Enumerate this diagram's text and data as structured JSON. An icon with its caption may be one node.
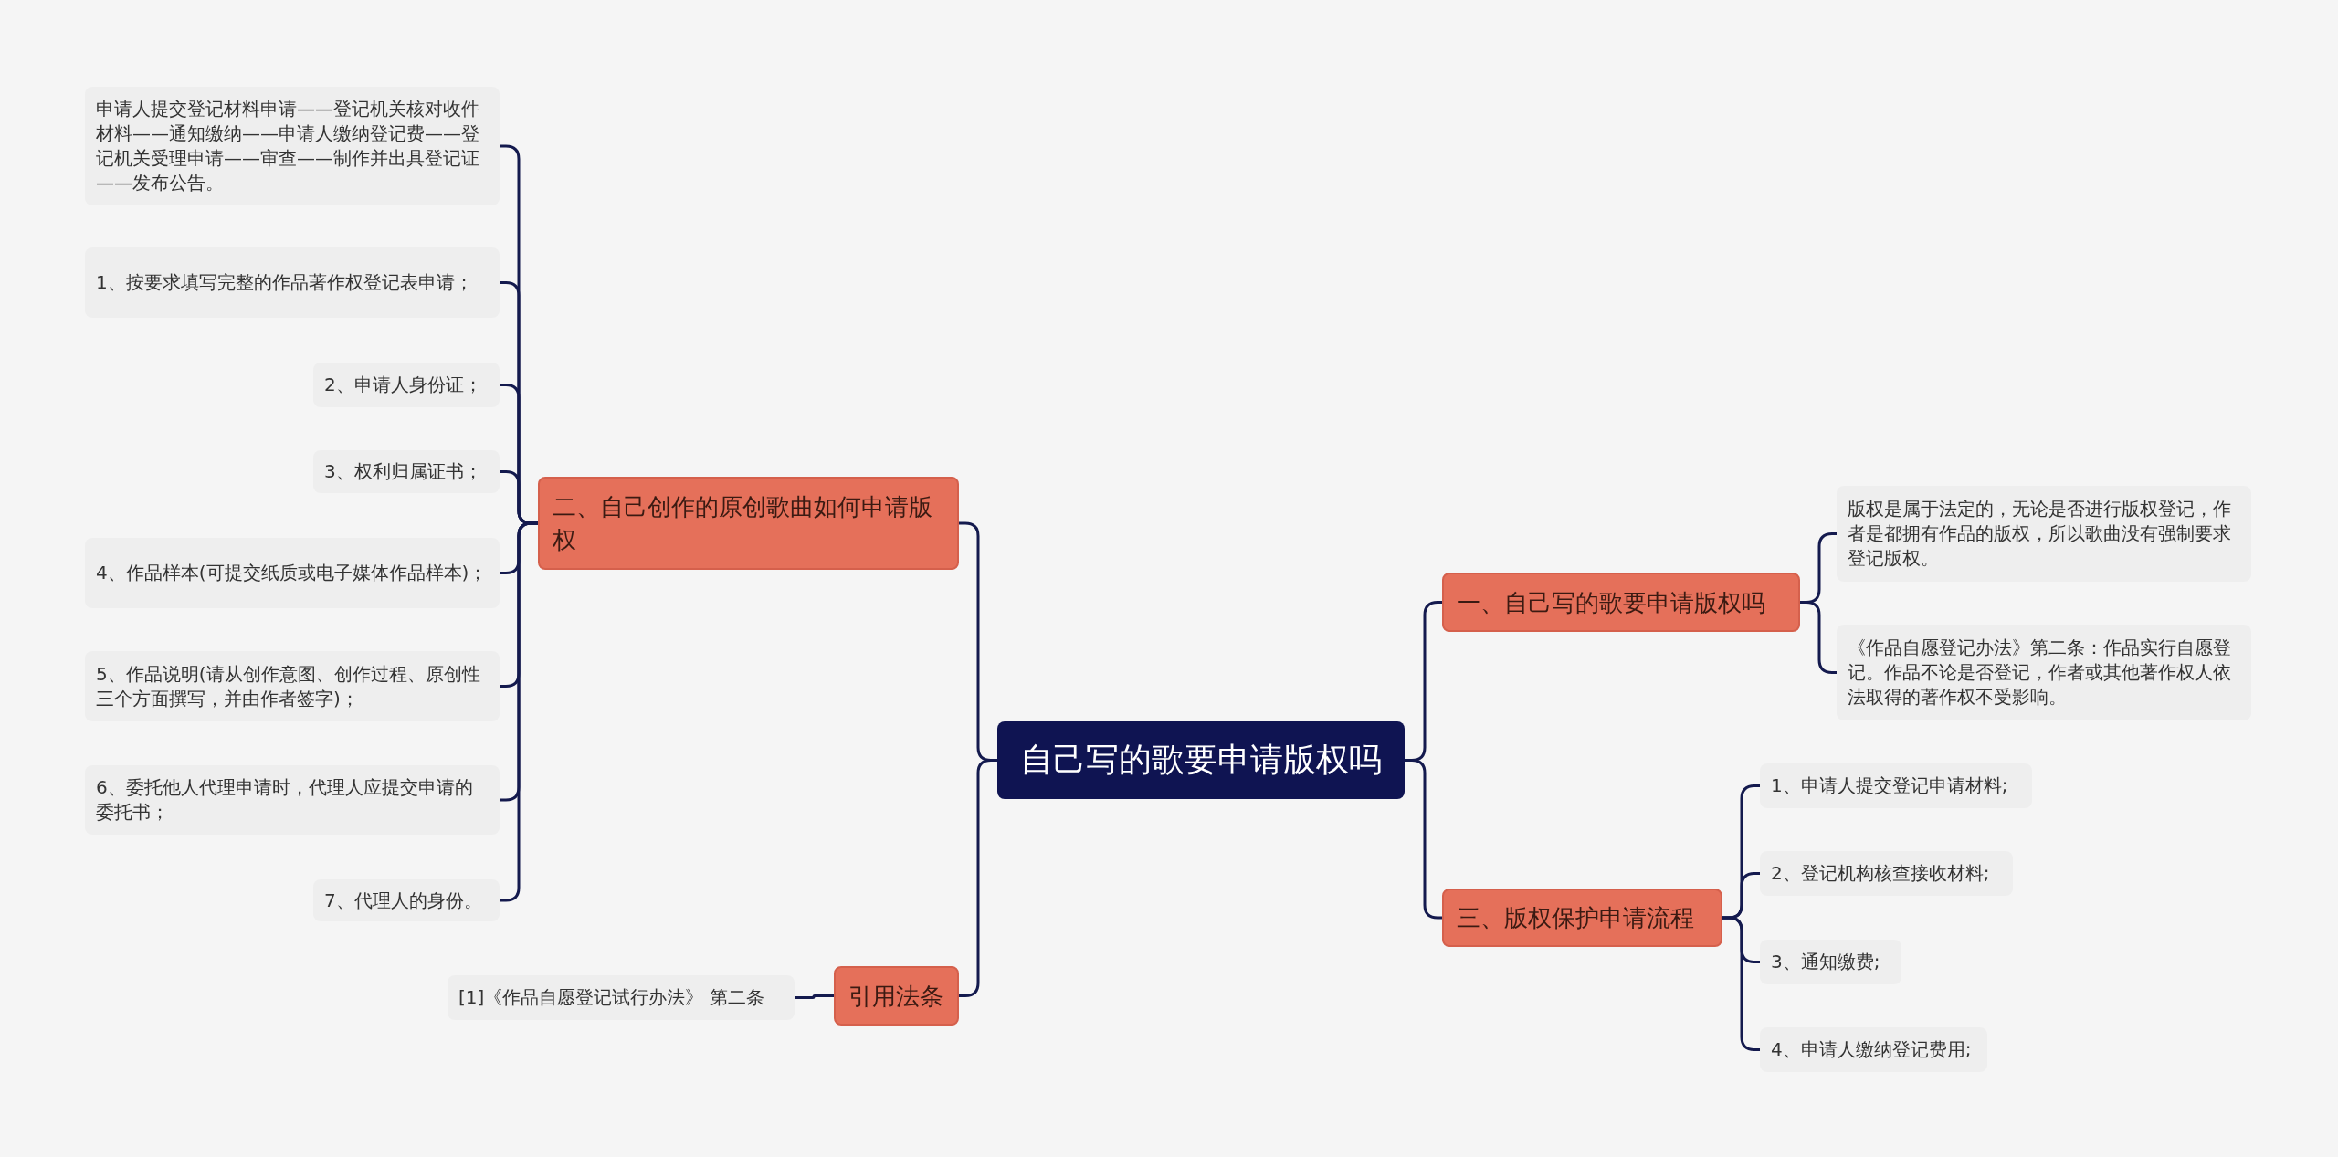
{
  "diagram": {
    "nodes": [
      {
        "text": [
          "自己写的歌要申请版权吗"
        ]
      },
      {
        "text": [
          "一、自己写的歌要申请版权吗"
        ]
      },
      {
        "text": [
          "版权是属于法定的，无论是否进行版权登记，作者是都拥有作品的版权，所以歌曲没有强制要求登记版权。"
        ]
      },
      {
        "text": [
          "《作品自愿登记办法》第二条：作品实行自愿登记。作品不论是否登记，作者或其他著作权人依法取得的著作权不受影响。"
        ]
      },
      {
        "text": [
          "二、自己创作的原创歌曲如何申请版权"
        ]
      },
      {
        "text": [
          "申请人提交登记材料申请——登记机关核对收件材料——通知缴纳——申请人缴纳登记费——登记机关受理申请——审查——制作并出具登记证——发布公告。"
        ]
      },
      {
        "text": [
          "1、按要求填写完整的作品著作权登记表申请；"
        ]
      },
      {
        "text": [
          "2、申请人身份证；"
        ]
      },
      {
        "text": [
          "3、权利归属证书；"
        ]
      },
      {
        "text": [
          "4、作品样本(可提交纸质或电子媒体作品样本)；"
        ]
      },
      {
        "text": [
          "5、作品说明(请从创作意图、创作过程、原创性三个方面撰写，并由作者签字)；"
        ]
      },
      {
        "text": [
          "6、委托他人代理申请时，代理人应提交申请的委托书；"
        ]
      },
      {
        "text": [
          "7、代理人的身份。"
        ]
      },
      {
        "text": [
          "三、版权保护申请流程"
        ]
      },
      {
        "text": [
          "1、申请人提交登记申请材料;"
        ]
      },
      {
        "text": [
          "2、登记机构核查接收材料;"
        ]
      },
      {
        "text": [
          "3、通知缴费;"
        ]
      },
      {
        "text": [
          "4、申请人缴纳登记费用;"
        ]
      },
      {
        "text": [
          "引用法条"
        ]
      },
      {
        "text": [
          "[1]《作品自愿登记试行办法》 第二条"
        ]
      }
    ],
    "edges": [
      {
        "from": 0,
        "to": 1,
        "arrow": "none"
      },
      {
        "from": 1,
        "to": 2,
        "arrow": "none"
      },
      {
        "from": 1,
        "to": 3,
        "arrow": "none"
      },
      {
        "from": 0,
        "to": 4,
        "arrow": "none"
      },
      {
        "from": 4,
        "to": 5,
        "arrow": "none"
      },
      {
        "from": 4,
        "to": 6,
        "arrow": "none"
      },
      {
        "from": 4,
        "to": 7,
        "arrow": "none"
      },
      {
        "from": 4,
        "to": 8,
        "arrow": "none"
      },
      {
        "from": 4,
        "to": 9,
        "arrow": "none"
      },
      {
        "from": 4,
        "to": 10,
        "arrow": "none"
      },
      {
        "from": 4,
        "to": 11,
        "arrow": "none"
      },
      {
        "from": 4,
        "to": 12,
        "arrow": "none"
      },
      {
        "from": 0,
        "to": 13,
        "arrow": "none"
      },
      {
        "from": 13,
        "to": 14,
        "arrow": "none"
      },
      {
        "from": 13,
        "to": 15,
        "arrow": "none"
      },
      {
        "from": 13,
        "to": 16,
        "arrow": "none"
      },
      {
        "from": 13,
        "to": 17,
        "arrow": "none"
      },
      {
        "from": 0,
        "to": 18,
        "arrow": "none"
      },
      {
        "from": 18,
        "to": 19,
        "arrow": "none"
      }
    ]
  }
}
